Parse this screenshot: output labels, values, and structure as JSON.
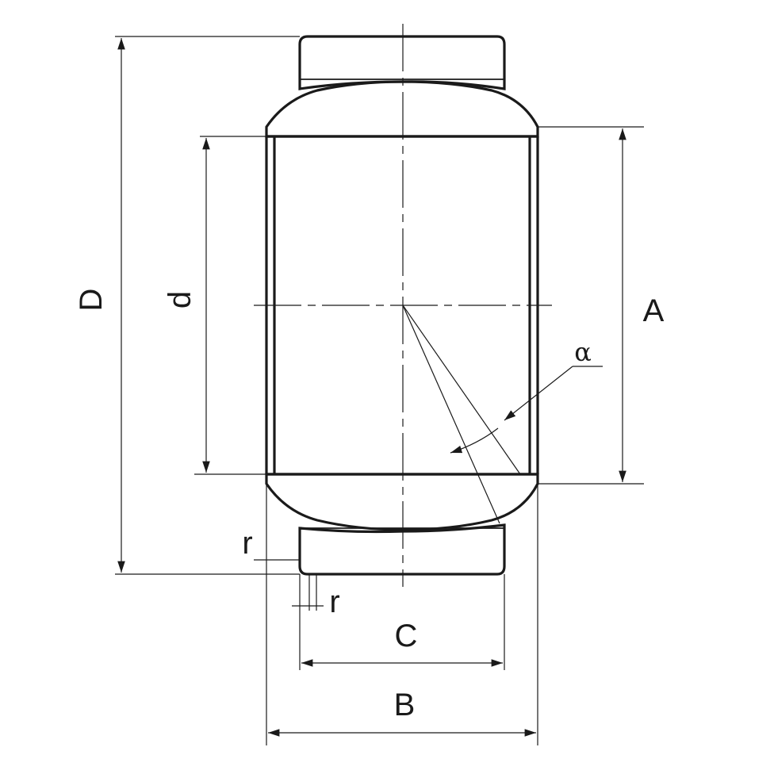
{
  "labels": {
    "D": "D",
    "d": "d",
    "A": "A",
    "alpha": "α",
    "r_outer": "r",
    "r_inner": "r",
    "C": "C",
    "B": "B"
  }
}
